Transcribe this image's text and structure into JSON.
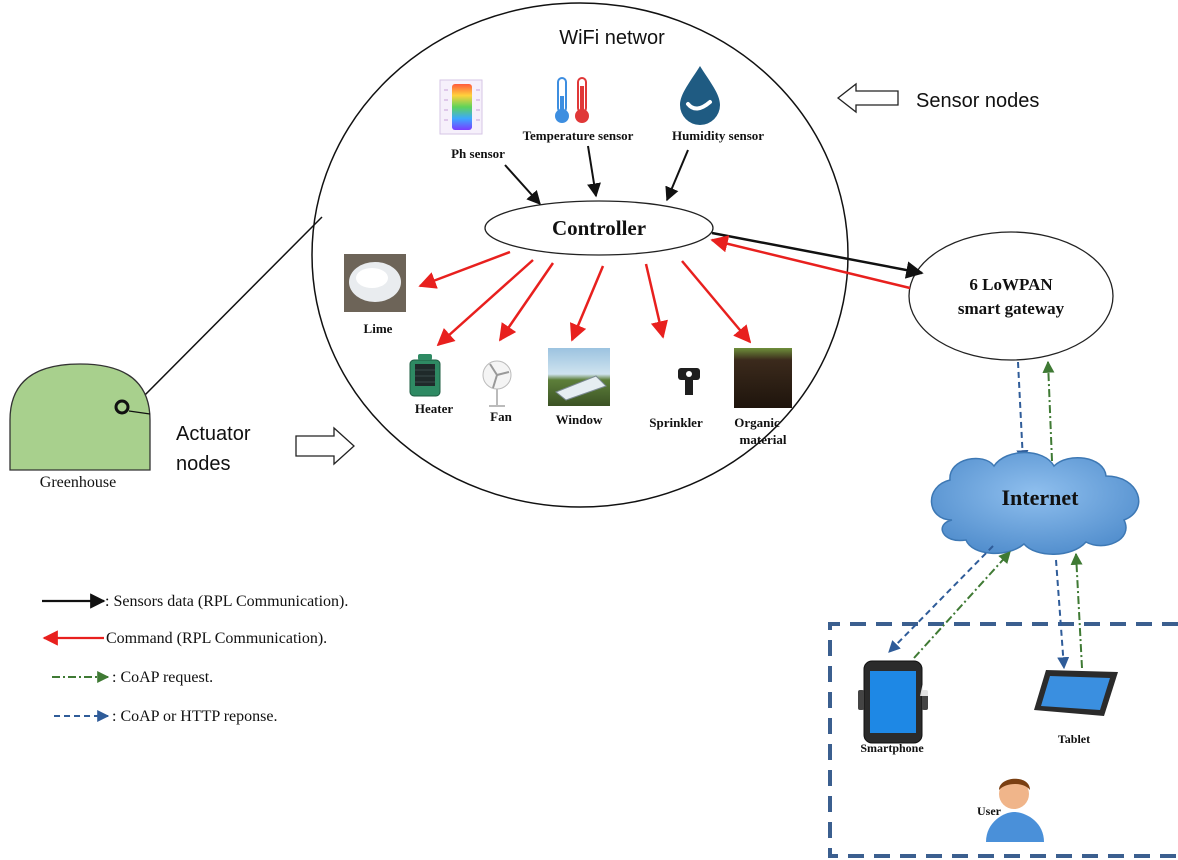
{
  "wifi_network": {
    "label": "WiFi networ"
  },
  "sensor_nodes": {
    "label": "Sensor nodes"
  },
  "actuator_nodes": {
    "label_line1": "Actuator",
    "label_line2": "nodes"
  },
  "greenhouse": {
    "label": "Greenhouse"
  },
  "controller": {
    "label": "Controller"
  },
  "sensors": {
    "ph": "Ph sensor",
    "temperature": "Temperature sensor",
    "humidity": "Humidity sensor"
  },
  "actuators": {
    "lime": "Lime",
    "heater": "Heater",
    "fan": "Fan",
    "window": "Window",
    "sprinkler": "Sprinkler",
    "organic_line1": "Organic",
    "organic_line2": "material"
  },
  "gateway": {
    "line1": "6 LoWPAN",
    "line2": "smart gateway"
  },
  "internet": {
    "label": "Internet"
  },
  "devices": {
    "smartphone": "Smartphone",
    "tablet": "Tablet",
    "user": "User"
  },
  "legend": {
    "sensors_data": ": Sensors data (RPL Communication).",
    "command": "Command (RPL Communication).",
    "coap_request": ": CoAP request.",
    "coap_response": ": CoAP or HTTP reponse."
  },
  "colors": {
    "sensor_data": "#111111",
    "command": "#e8201e",
    "coap_request": "#3f7a34",
    "coap_response": "#2f5c99",
    "greenhouse_fill": "#a8d08d",
    "cloud_fill": "#5b9bd5",
    "user_box": "#3b5f8f"
  }
}
